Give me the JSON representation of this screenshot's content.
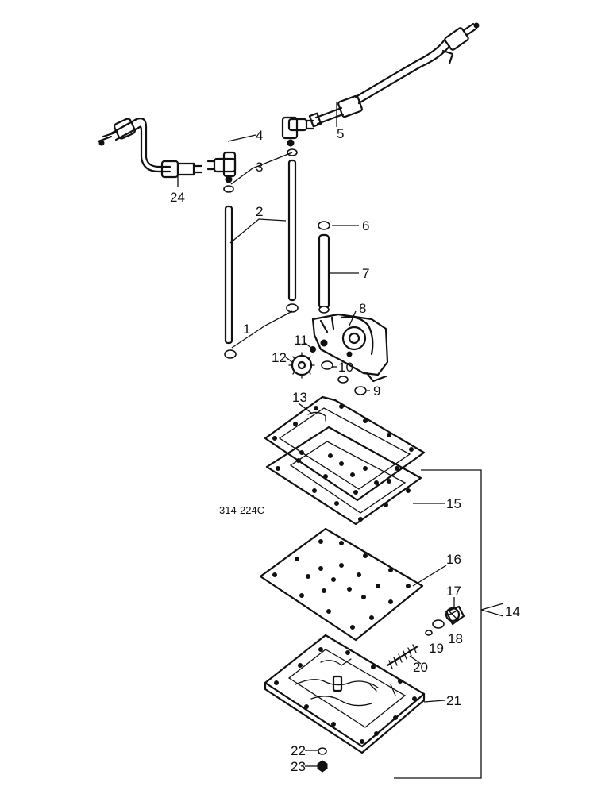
{
  "figure": {
    "reference_code": "314-224C",
    "callouts": {
      "c1": "1",
      "c2": "2",
      "c3": "3",
      "c4": "4",
      "c5": "5",
      "c6": "6",
      "c7": "7",
      "c8": "8",
      "c9": "9",
      "c10": "10",
      "c11": "11",
      "c12": "12",
      "c13": "13",
      "c14": "14",
      "c15": "15",
      "c16": "16",
      "c17": "17",
      "c18": "18",
      "c19": "19",
      "c20": "20",
      "c21": "21",
      "c22": "22",
      "c23": "23",
      "c24": "24"
    }
  }
}
